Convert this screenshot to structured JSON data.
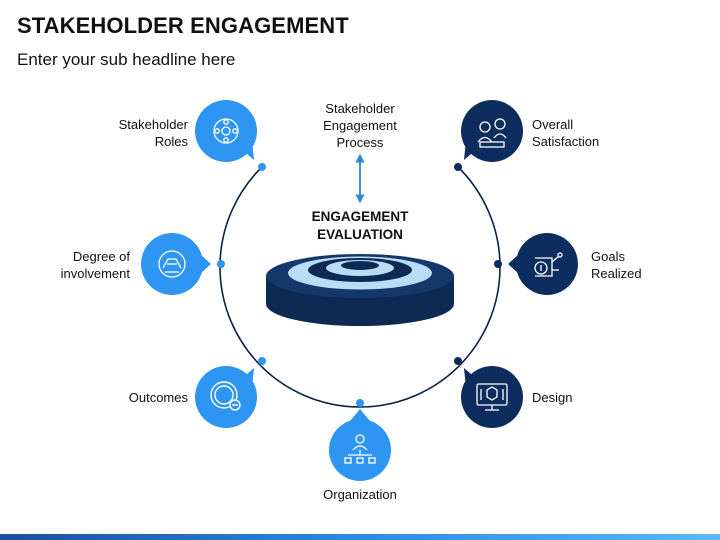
{
  "title": "STAKEHOLDER ENGAGEMENT",
  "subtitle": "Enter your sub headline here",
  "center": {
    "top_label": [
      "Stakeholder",
      "Engagement",
      "Process"
    ],
    "title": [
      "ENGAGEMENT",
      "EVALUATION"
    ]
  },
  "nodes": {
    "stakeholder_roles": {
      "lines": [
        "Stakeholder",
        "Roles"
      ],
      "icon": "team-roles-icon"
    },
    "degree_of_involvement": {
      "lines": [
        "Degree of",
        "involvement"
      ],
      "icon": "handshake-icon"
    },
    "outcomes": {
      "lines": [
        "Outcomes"
      ],
      "icon": "outcome-cycle-icon"
    },
    "organization": {
      "lines": [
        "Organization"
      ],
      "icon": "org-chart-icon"
    },
    "design": {
      "lines": [
        "Design"
      ],
      "icon": "design-monitor-icon"
    },
    "goals_realized": {
      "lines": [
        "Goals",
        "Realized"
      ],
      "icon": "goals-icon"
    },
    "overall_satisfaction": {
      "lines": [
        "Overall",
        "Satisfaction"
      ],
      "icon": "satisfaction-icon"
    }
  },
  "colors": {
    "light_blue": "#2f95f3",
    "dark_navy": "#0d2d5e",
    "ring_line": "#0d2346",
    "target_dark": "#0e2a52",
    "target_light": "#b9ddf7"
  }
}
